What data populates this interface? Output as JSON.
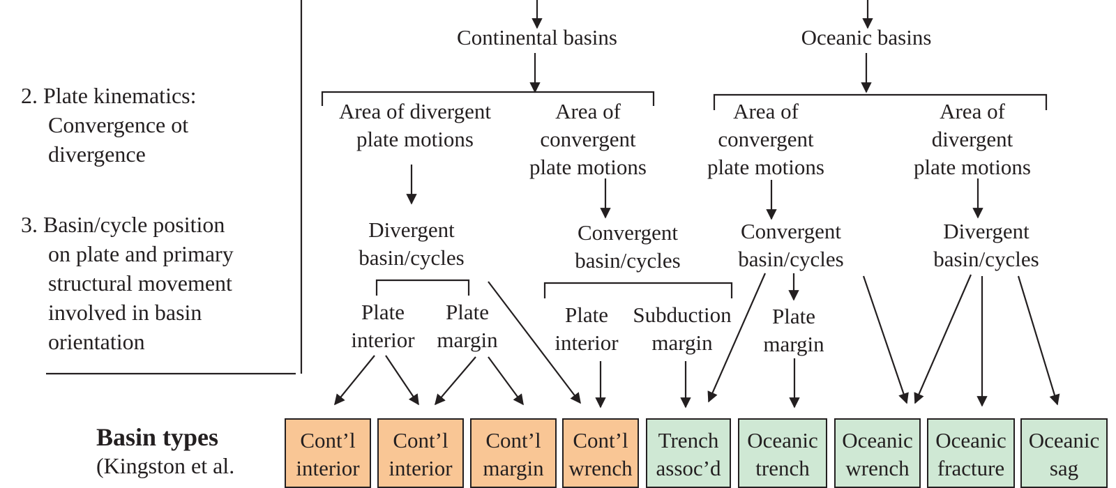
{
  "left_panel": {
    "item2": [
      "2. Plate kinematics:",
      "Convergence ot",
      "divergence"
    ],
    "item3": [
      "3. Basin/cycle position",
      "on plate and primary",
      "structural movement",
      "involved in basin",
      "orientation"
    ],
    "basin_types_title": "Basin types",
    "basin_types_ref": "(Kingston et al."
  },
  "nodes": {
    "continental_basins": "Continental basins",
    "oceanic_basins": "Oceanic basins",
    "cont_divergent_area": [
      "Area of divergent",
      "plate motions"
    ],
    "cont_convergent_area": [
      "Area of",
      "convergent",
      "plate motions"
    ],
    "ocean_convergent_area": [
      "Area of",
      "convergent",
      "plate motions"
    ],
    "ocean_divergent_area": [
      "Area of",
      "divergent",
      "plate motions"
    ],
    "cont_divergent_cycles": [
      "Divergent",
      "basin/cycles"
    ],
    "cont_convergent_cycles": [
      "Convergent",
      "basin/cycles"
    ],
    "ocean_convergent_cycles": [
      "Convergent",
      "basin/cycles"
    ],
    "ocean_divergent_cycles": [
      "Divergent",
      "basin/cycles"
    ],
    "div_plate_interior": [
      "Plate",
      "interior"
    ],
    "div_plate_margin": [
      "Plate",
      "margin"
    ],
    "conv_plate_interior": [
      "Plate",
      "interior"
    ],
    "conv_subduction_margin": [
      "Subduction",
      "margin"
    ],
    "ocean_plate_margin": [
      "Plate",
      "margin"
    ]
  },
  "basin_boxes": [
    {
      "lines": [
        "Cont’l",
        "interior"
      ],
      "kind": "continental"
    },
    {
      "lines": [
        "Cont’l",
        "interior"
      ],
      "kind": "continental"
    },
    {
      "lines": [
        "Cont’l",
        "margin"
      ],
      "kind": "continental"
    },
    {
      "lines": [
        "Cont’l",
        "wrench"
      ],
      "kind": "continental"
    },
    {
      "lines": [
        "Trench",
        "assoc’d"
      ],
      "kind": "oceanic"
    },
    {
      "lines": [
        "Oceanic",
        "trench"
      ],
      "kind": "oceanic"
    },
    {
      "lines": [
        "Oceanic",
        "wrench"
      ],
      "kind": "oceanic"
    },
    {
      "lines": [
        "Oceanic",
        "fracture"
      ],
      "kind": "oceanic"
    },
    {
      "lines": [
        "Oceanic",
        "sag"
      ],
      "kind": "oceanic"
    }
  ],
  "colors": {
    "continental_fill": "#f9c695",
    "oceanic_fill": "#cfe8d4",
    "ink": "#231f20"
  }
}
